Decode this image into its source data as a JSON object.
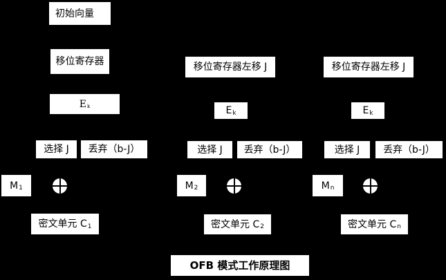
{
  "title": "OFB 模式工作原理图",
  "colors": {
    "background": "#000000",
    "box_fill": "#ffffff",
    "box_text": "#000000"
  },
  "xor_symbol": "⊕",
  "columns": [
    {
      "top_label": "初始向量",
      "shift_label": "移位寄存器",
      "cipher": {
        "base": "E",
        "sub": "k"
      },
      "select_label": "选择 J",
      "discard_label": "丢弃（b-J）",
      "message": {
        "base": "M",
        "sub": "1"
      },
      "cipher_output": {
        "base": "密文单元 C",
        "sub": "1"
      }
    },
    {
      "shift_label": "移位寄存器左移 J",
      "cipher": {
        "base": "E",
        "sub": "k"
      },
      "select_label": "选择 J",
      "discard_label": "丢弃（b-J）",
      "message": {
        "base": "M",
        "sub": "2"
      },
      "cipher_output": {
        "base": "密文单元 C",
        "sub": "2"
      }
    },
    {
      "shift_label": "移位寄存器左移 J",
      "cipher": {
        "base": "E",
        "sub": "k"
      },
      "select_label": "选择 J",
      "discard_label": "丢弃（b-J）",
      "message": {
        "base": "M",
        "sub": "n"
      },
      "cipher_output": {
        "base": "密文单元 C",
        "sub": "n"
      }
    }
  ]
}
